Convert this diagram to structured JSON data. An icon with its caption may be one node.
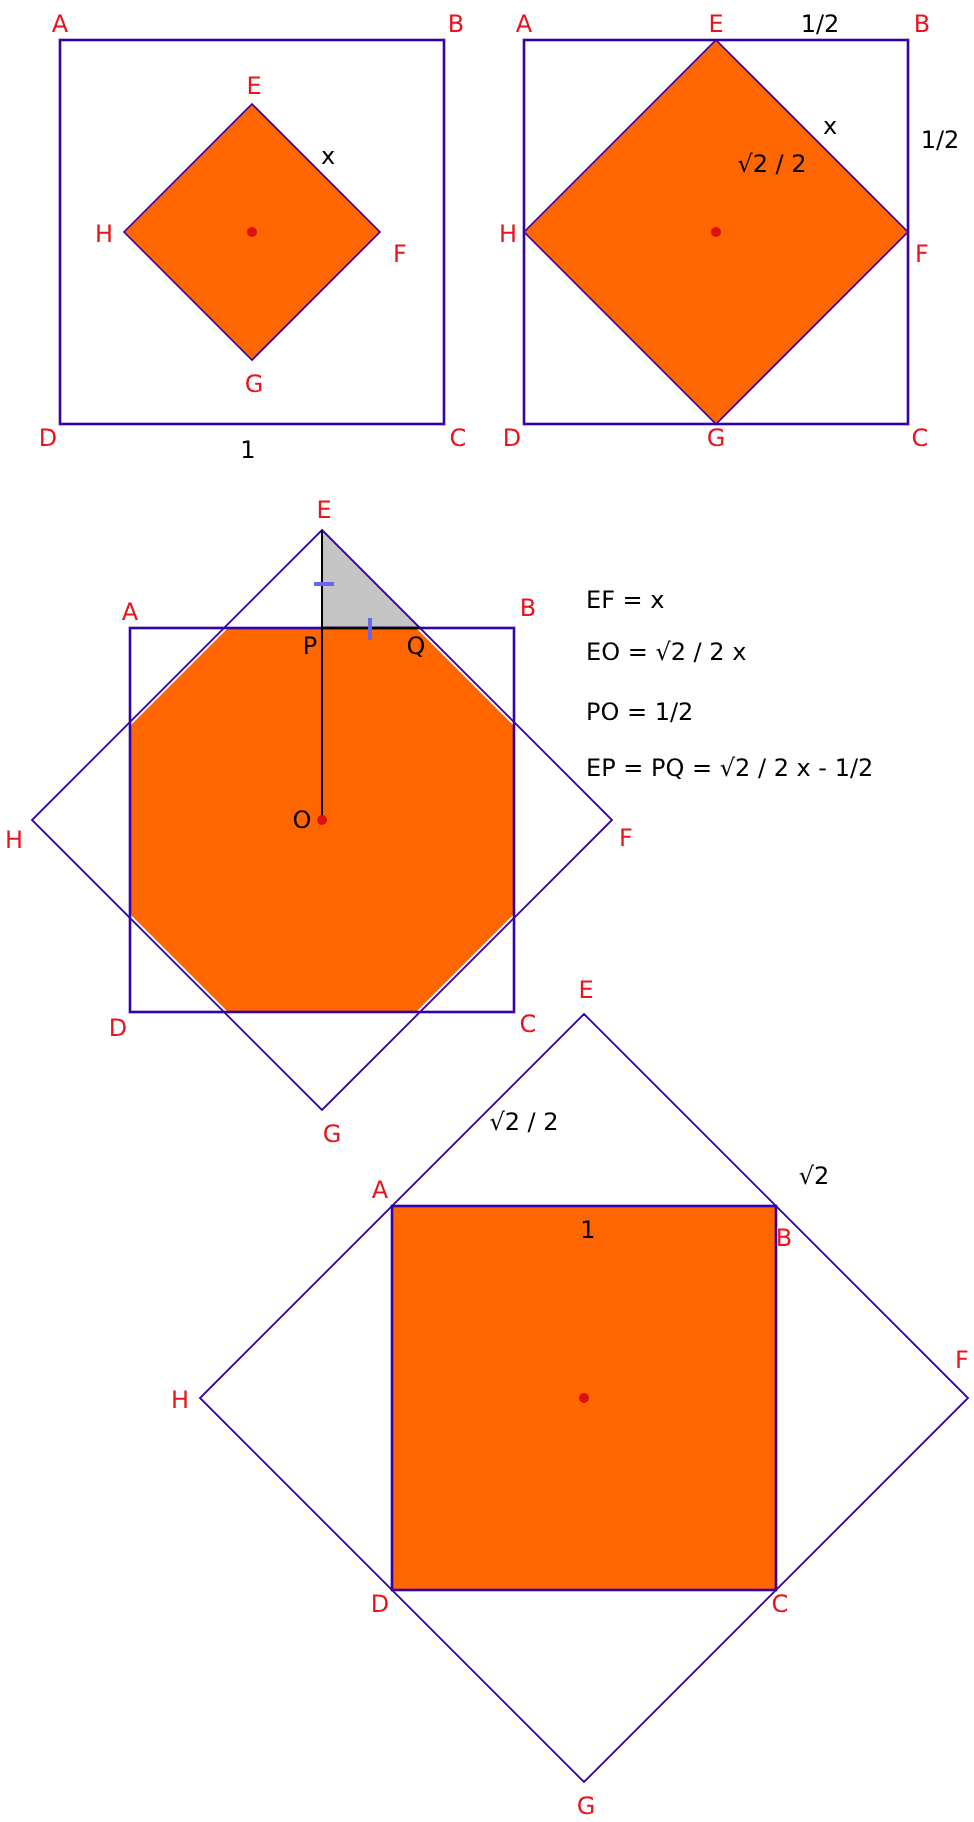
{
  "diagram": {
    "labels": [
      "A",
      "B",
      "E",
      "x",
      "H",
      "F",
      "G",
      "D",
      "C",
      "1",
      "A",
      "E",
      "1/2",
      "B",
      "x",
      "1/2",
      "√2 / 2",
      "H",
      "F",
      "D",
      "G",
      "C",
      "E",
      "A",
      "B",
      "P",
      "Q",
      "EF = x",
      "EO = √2 / 2 x",
      "PO = 1/2",
      "EP = PQ = √2 / 2 x - 1/2",
      "O",
      "H",
      "F",
      "D",
      "C",
      "G",
      "E",
      "√2 / 2",
      "√2",
      "A",
      "1",
      "B",
      "H",
      "F",
      "D",
      "C",
      "G"
    ]
  }
}
